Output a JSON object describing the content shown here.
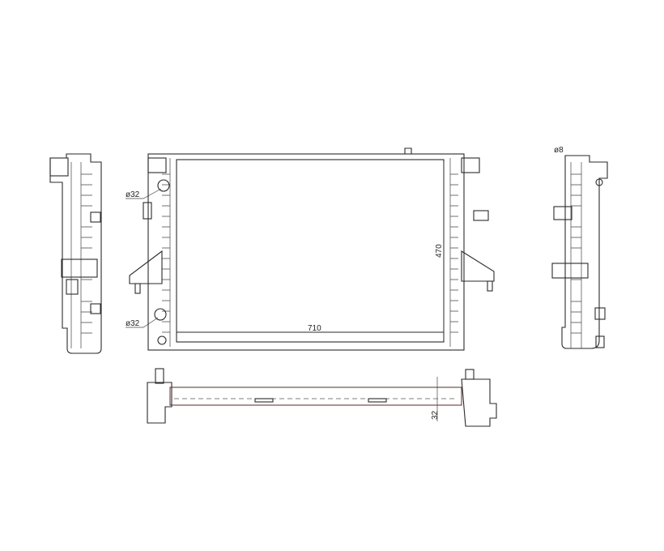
{
  "drawing": {
    "title": "Radiator technical drawing",
    "dimensions": {
      "inlet_diameter": "ø32",
      "outlet_diameter": "ø32",
      "core_width": "710",
      "core_height": "470",
      "vent_diameter": "ø8",
      "core_depth": "32"
    },
    "colors": {
      "line": "#2a2a2a",
      "accent_line": "#5a2a2a"
    }
  }
}
